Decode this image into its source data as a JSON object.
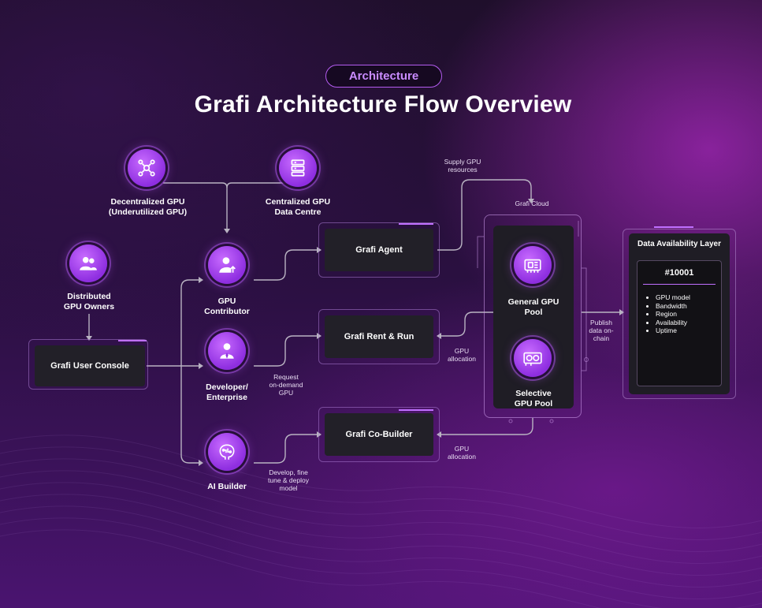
{
  "header": {
    "pill": "Architecture",
    "title": "Grafi Architecture Flow Overview"
  },
  "nodes": {
    "decentralized": "Decentralized GPU\n(Underutilized GPU)",
    "centralized": "Centralized GPU\nData Centre",
    "distributed": "Distributed\nGPU Owners",
    "contributor": "GPU\nContributor",
    "developer": "Developer/\nEnterprise",
    "ai_builder": "AI Builder",
    "general_pool": "General GPU\nPool",
    "selective_pool": "Selective\nGPU Pool"
  },
  "boxes": {
    "console": "Grafi User Console",
    "agent": "Grafi Agent",
    "rent_run": "Grafi Rent & Run",
    "co_builder": "Grafi Co-Builder"
  },
  "notes": {
    "supply": "Supply GPU\nresources",
    "cloud": "Grafi Cloud",
    "request": "Request\non-demand\nGPU",
    "alloc1": "GPU\nallocation",
    "alloc2": "GPU\nallocation",
    "develop": "Develop, fine\ntune & deploy\nmodel",
    "publish": "Publish\ndata on-\nchain"
  },
  "data_layer": {
    "title": "Data Availability Layer",
    "id": "#10001",
    "items": [
      "GPU model",
      "Bandwidth",
      "Region",
      "Availability",
      "Uptime"
    ]
  },
  "colors": {
    "accent": "#b45cf0",
    "icon": "#a040f0",
    "box": "#222028"
  },
  "icons": {
    "decentralized": "network-icon",
    "centralized": "server-icon",
    "distributed": "users-icon",
    "contributor": "user-upload-icon",
    "developer": "businessman-icon",
    "ai_builder": "brain-circuit-icon",
    "general_pool": "gpu-chip-icon",
    "selective_pool": "graphics-card-icon"
  }
}
